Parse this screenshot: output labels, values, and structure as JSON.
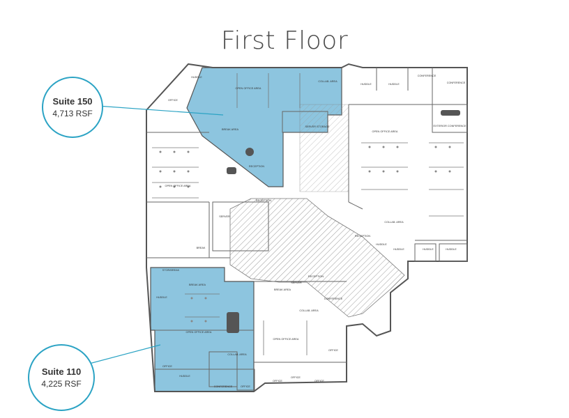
{
  "title": "First Floor",
  "colors": {
    "suite_highlight": "#8dc5df",
    "callout_ring": "#2ba3c4",
    "wall": "#555555"
  },
  "suites": [
    {
      "name": "Suite 150",
      "size": "4,713 RSF"
    },
    {
      "name": "Suite 110",
      "size": "4,225 RSF"
    }
  ],
  "room_labels": {
    "open_office_area": "OPEN OFFICE AREA",
    "break_area": "BREAK AREA",
    "reception": "RECEPTION",
    "huddle": "HUDDLE",
    "office": "OFFICE",
    "conference": "CONFERENCE",
    "collab_area": "COLLAB. AREA",
    "server_storage": "SERVER STORAGE",
    "exterior_conference": "EXTERIOR CONFERENCE",
    "server": "SERVER",
    "break": "BREAK",
    "storage_break": "STOR/BREAK"
  }
}
